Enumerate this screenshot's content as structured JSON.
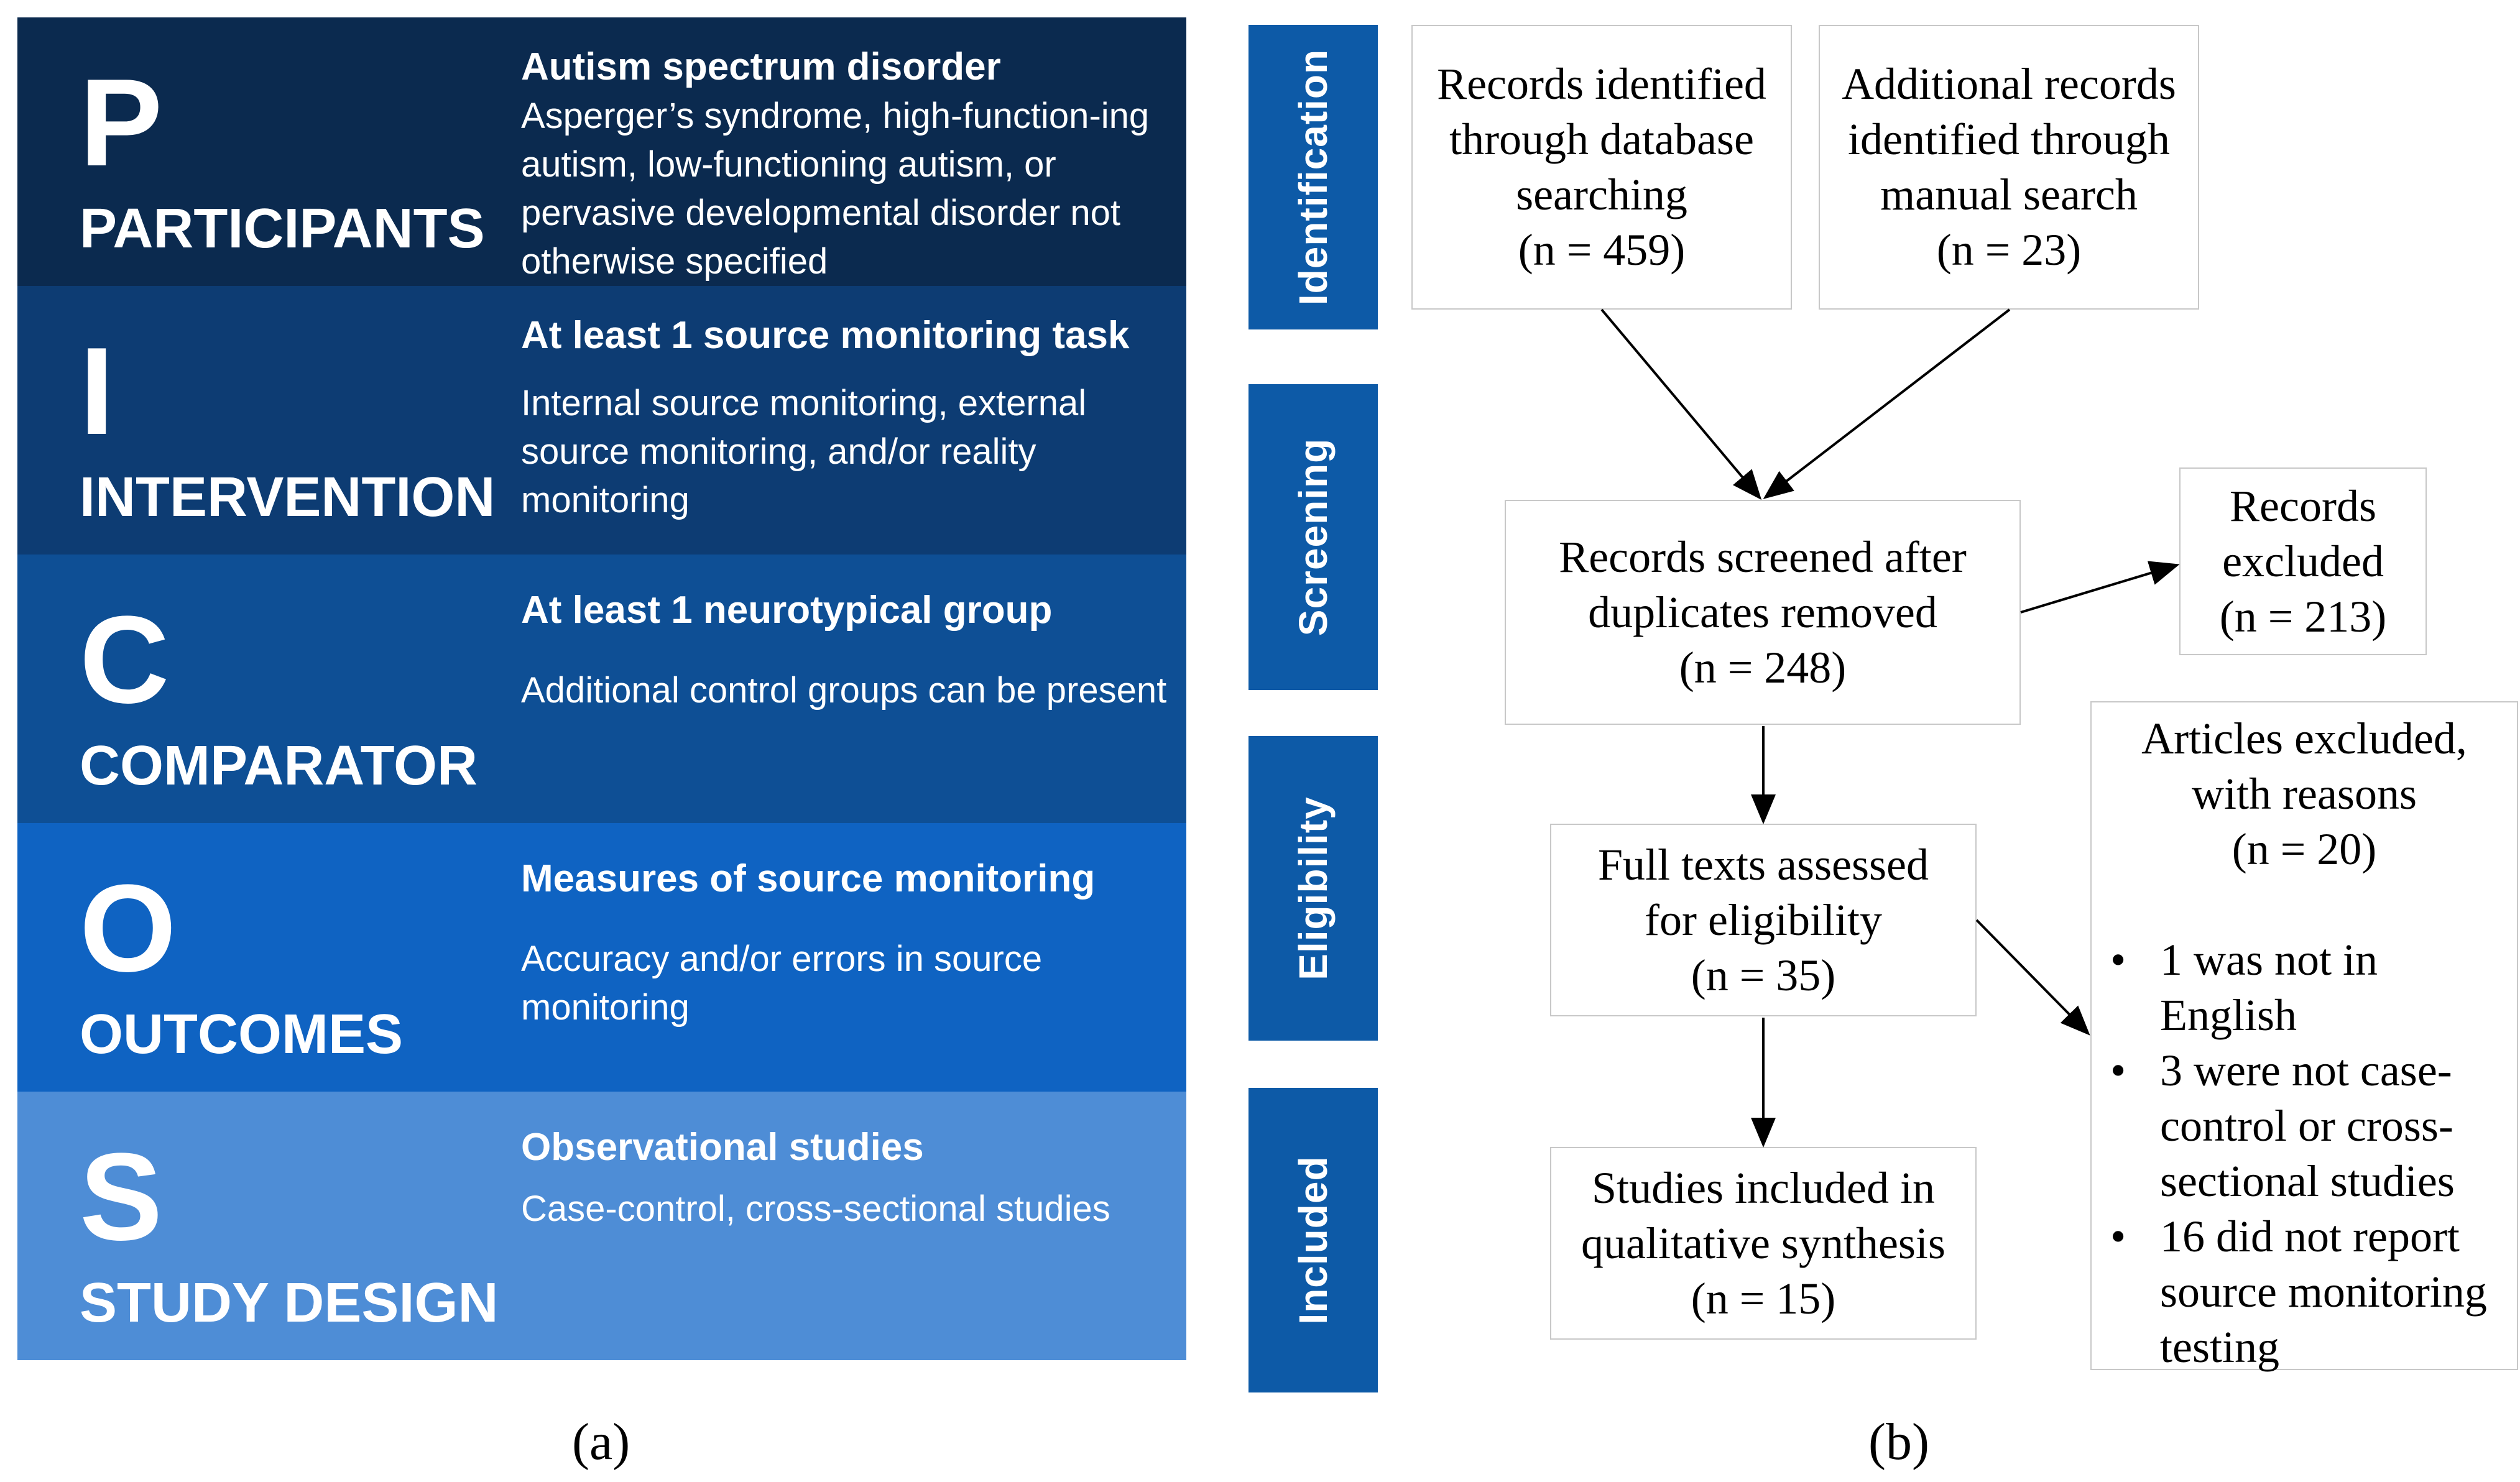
{
  "picos": [
    {
      "letter": "P",
      "name": "PARTICIPANTS",
      "heading": "Autism spectrum disorder",
      "body": "Asperger’s syndrome, high-function-ing autism, low-functioning autism, or pervasive developmental disorder not otherwise specified",
      "color": "#0b2a4f"
    },
    {
      "letter": "I",
      "name": "INTERVENTION",
      "heading": "At least 1 source monitoring task",
      "body": "Internal source monitoring, external source monitoring, and/or reality monitoring",
      "color": "#0d3c73"
    },
    {
      "letter": "C",
      "name": "COMPARATOR",
      "heading": "At least 1 neurotypical group",
      "body": "Additional control groups can be present",
      "color": "#0e4f95"
    },
    {
      "letter": "O",
      "name": "OUTCOMES",
      "heading": "Measures of source monitoring",
      "body": "Accuracy and/or errors in source monitoring",
      "color": "#0f63c2"
    },
    {
      "letter": "S",
      "name": "STUDY DESIGN",
      "heading": "Observational studies",
      "body": "Case-control, cross-sectional studies",
      "color": "#4e8dd6"
    }
  ],
  "stages": [
    "Identification",
    "Screening",
    "Eligibility",
    "Included"
  ],
  "stage_color": "#0d5aa7",
  "boxes": {
    "database": [
      "Records identified",
      "through database",
      "searching",
      "(n = 459)"
    ],
    "manual": [
      "Additional records",
      "identified through",
      "manual search",
      "(n = 23)"
    ],
    "screened": [
      "Records screened after",
      "duplicates removed",
      "(n = 248)"
    ],
    "excluded": [
      "Records",
      "excluded",
      "(n = 213)"
    ],
    "fulltext": [
      "Full texts assessed",
      "for eligibility",
      "(n = 35)"
    ],
    "included": [
      "Studies included in",
      "qualitative synthesis",
      "(n = 15)"
    ],
    "articles_excluded": {
      "title": [
        "Articles excluded,",
        "with reasons",
        "(n = 20)"
      ],
      "reasons": [
        [
          "1 was not in",
          "English"
        ],
        [
          "3 were not case-",
          "control or cross-",
          "sectional studies"
        ],
        [
          "16 did not report",
          "source monitoring",
          "testing"
        ]
      ]
    }
  },
  "labels": {
    "a": "(a)",
    "b": "(b)"
  }
}
